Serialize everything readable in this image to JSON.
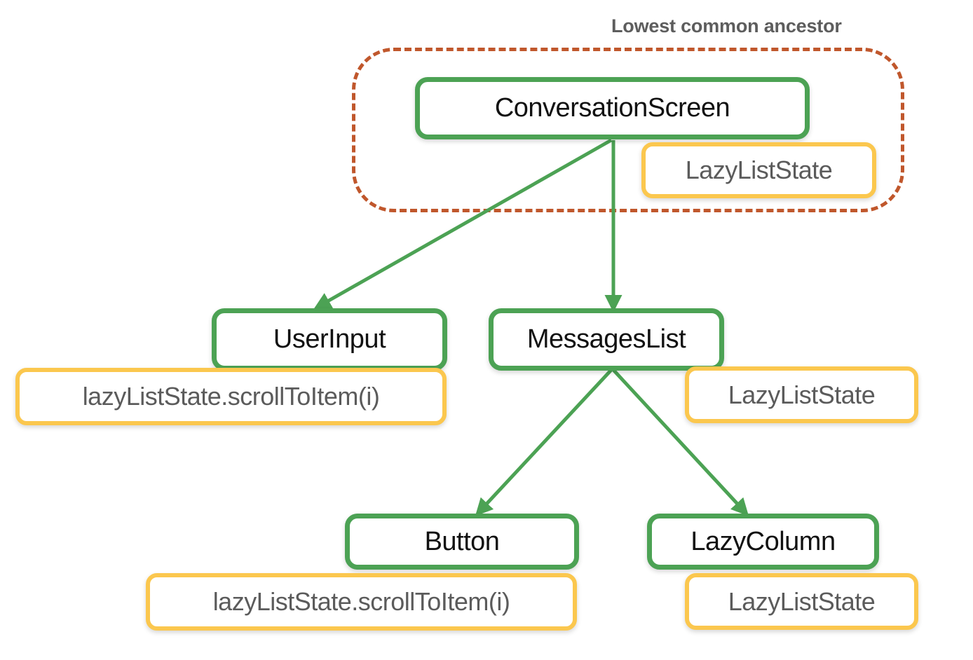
{
  "diagram": {
    "caption": "Lowest common ancestor",
    "colors": {
      "composable_border": "#4ca254",
      "state_border": "#fbc74e",
      "ancestor_outline": "#c0572c",
      "node_text": "#111111",
      "badge_text": "#5b5b5b",
      "caption_text": "#5d5d5d",
      "background": "#ffffff"
    },
    "nodes": {
      "conversation_screen": {
        "label": "ConversationScreen"
      },
      "user_input": {
        "label": "UserInput"
      },
      "messages_list": {
        "label": "MessagesList"
      },
      "button": {
        "label": "Button"
      },
      "lazy_column": {
        "label": "LazyColumn"
      }
    },
    "badges": {
      "conversation_state": {
        "label": "LazyListState"
      },
      "user_input_state": {
        "label": "lazyListState.scrollToItem(i)"
      },
      "messages_state": {
        "label": "LazyListState"
      },
      "button_state": {
        "label": "lazyListState.scrollToItem(i)"
      },
      "lazy_column_state": {
        "label": "LazyListState"
      }
    },
    "edges": [
      {
        "from": "conversation_screen",
        "to": "user_input"
      },
      {
        "from": "conversation_screen",
        "to": "messages_list"
      },
      {
        "from": "messages_list",
        "to": "button"
      },
      {
        "from": "messages_list",
        "to": "lazy_column"
      }
    ]
  }
}
